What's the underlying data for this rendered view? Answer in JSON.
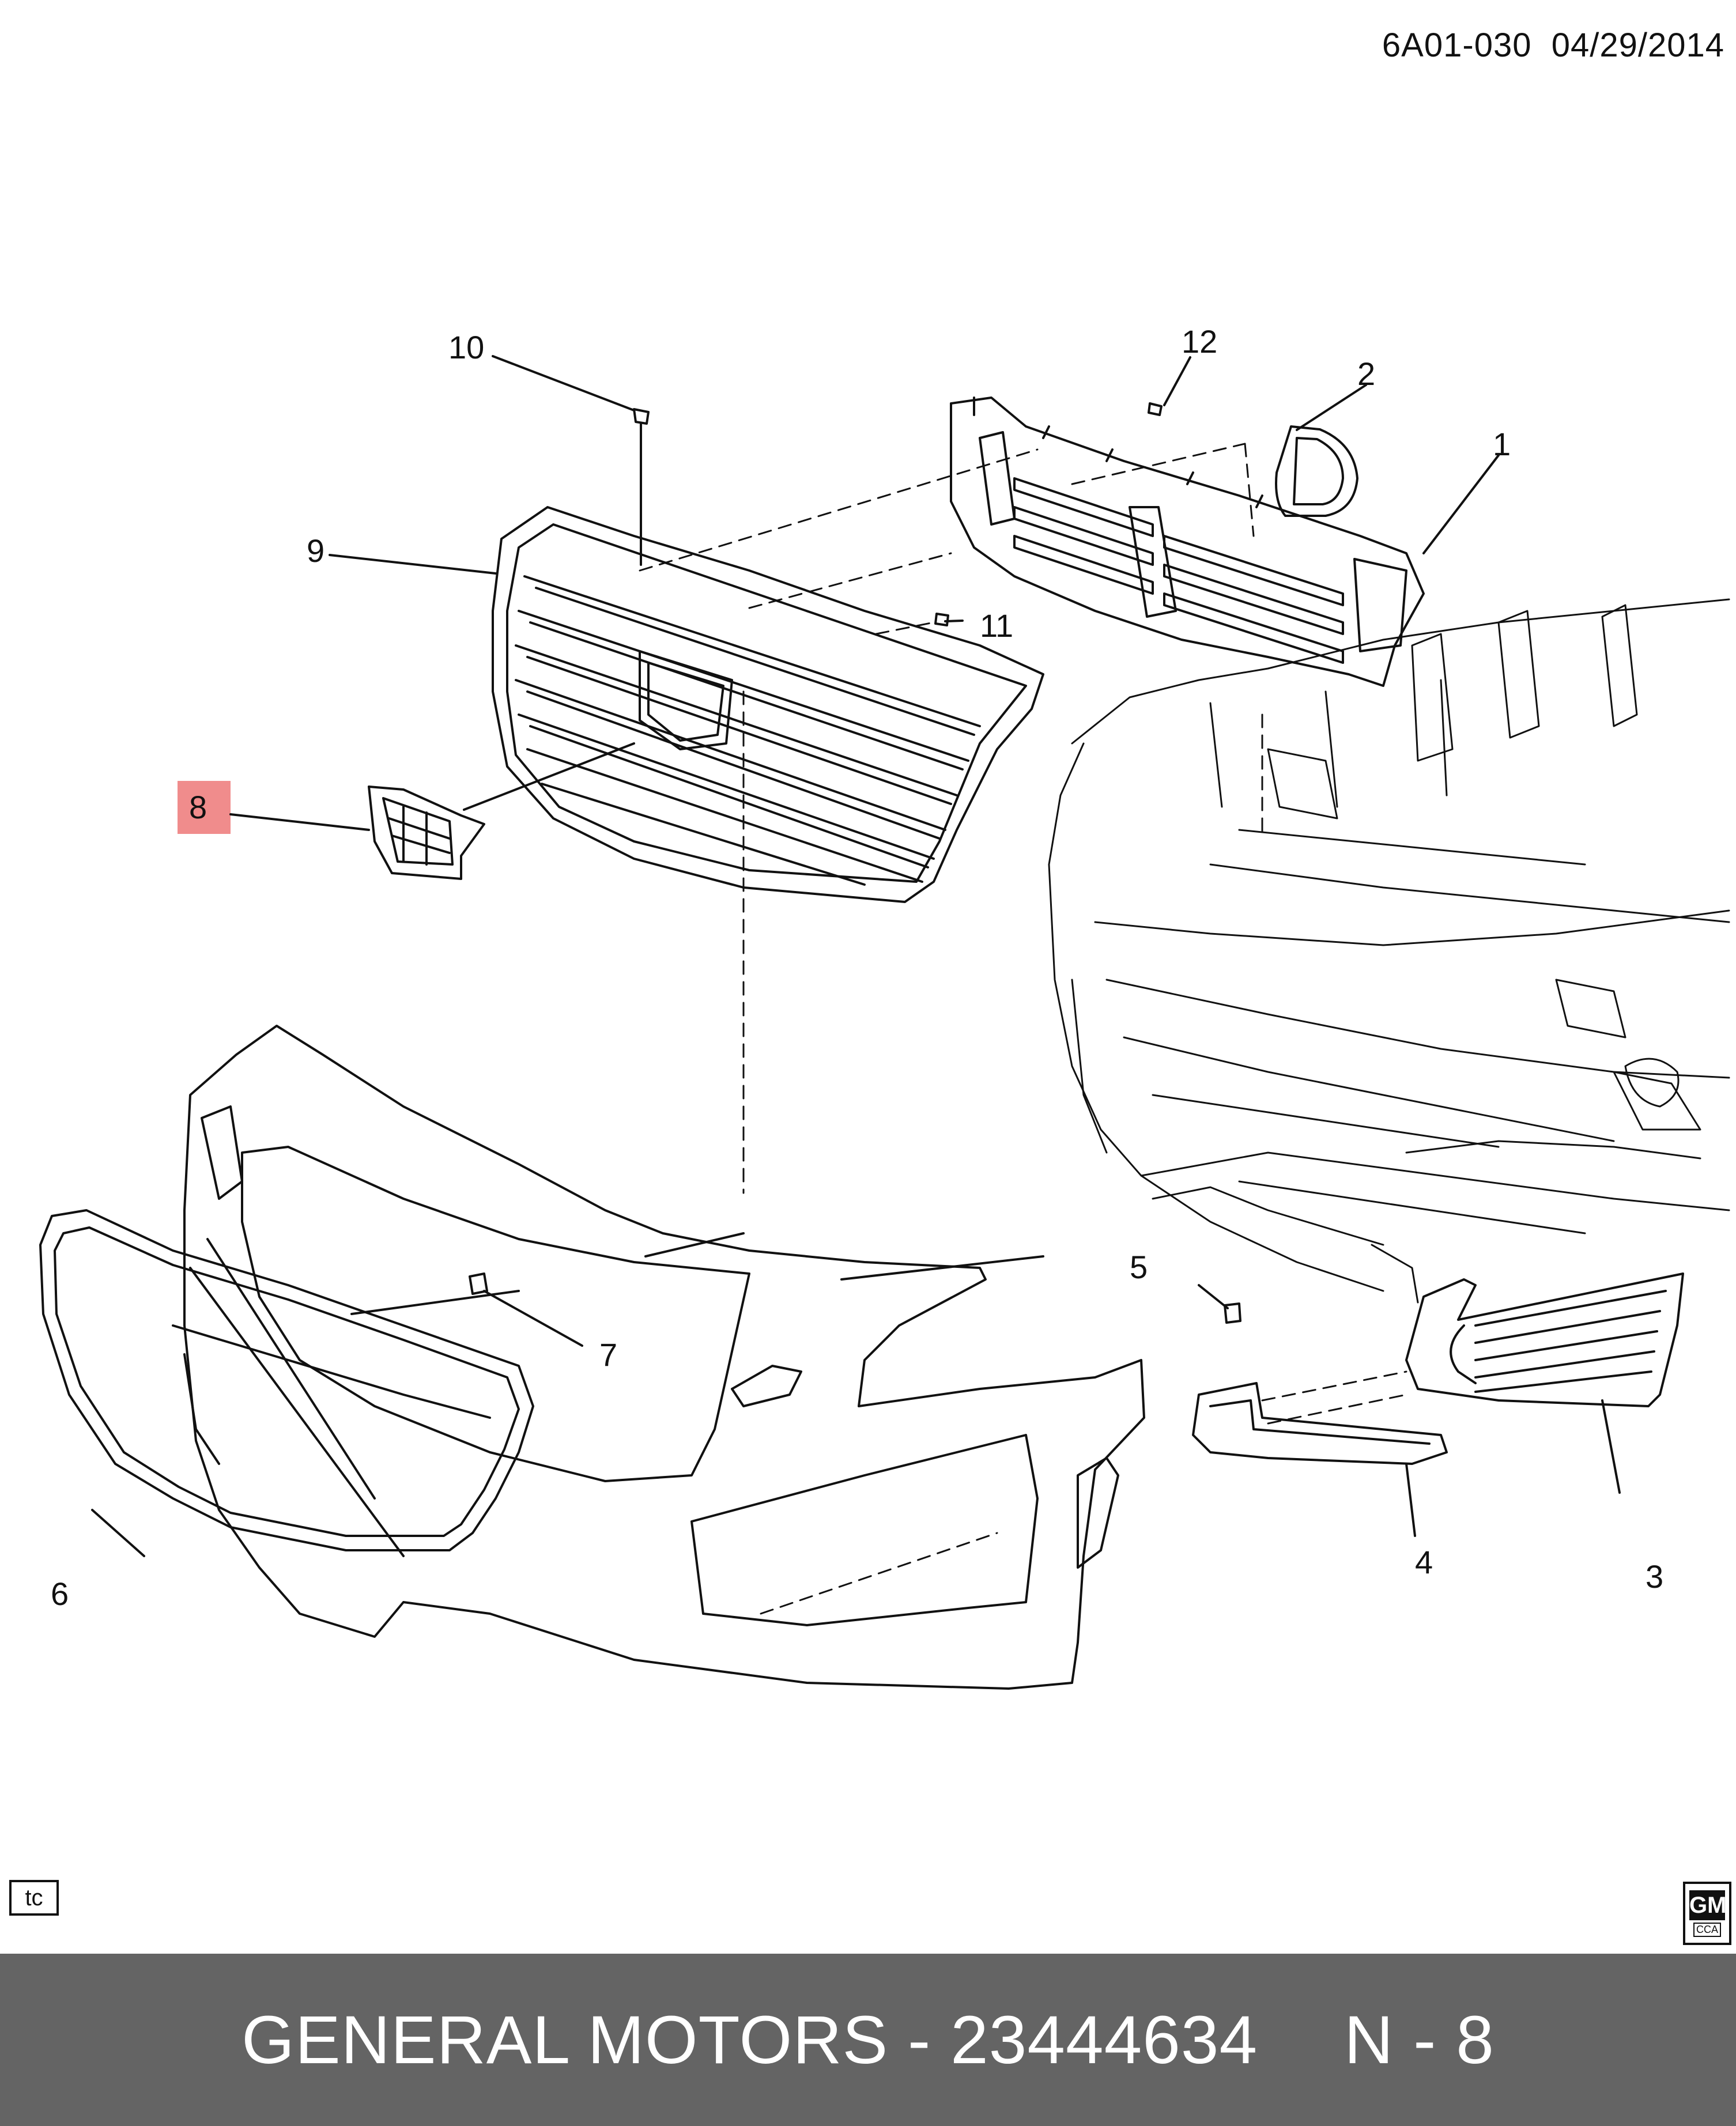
{
  "header": {
    "code": "6A01-030",
    "date": "04/29/2014"
  },
  "callouts": [
    "1",
    "2",
    "3",
    "4",
    "5",
    "6",
    "7",
    "8",
    "9",
    "10",
    "11",
    "12"
  ],
  "highlighted_callout": "8",
  "view_tag": "tc",
  "logo": {
    "main": "GM",
    "sub": "CCA"
  },
  "footer": {
    "brand": "GENERAL MOTORS - 23444634",
    "part_ref": "N - 8"
  },
  "colors": {
    "highlight": "#f08c8c",
    "footer_bg": "#646464",
    "footer_text": "#ffffff"
  }
}
